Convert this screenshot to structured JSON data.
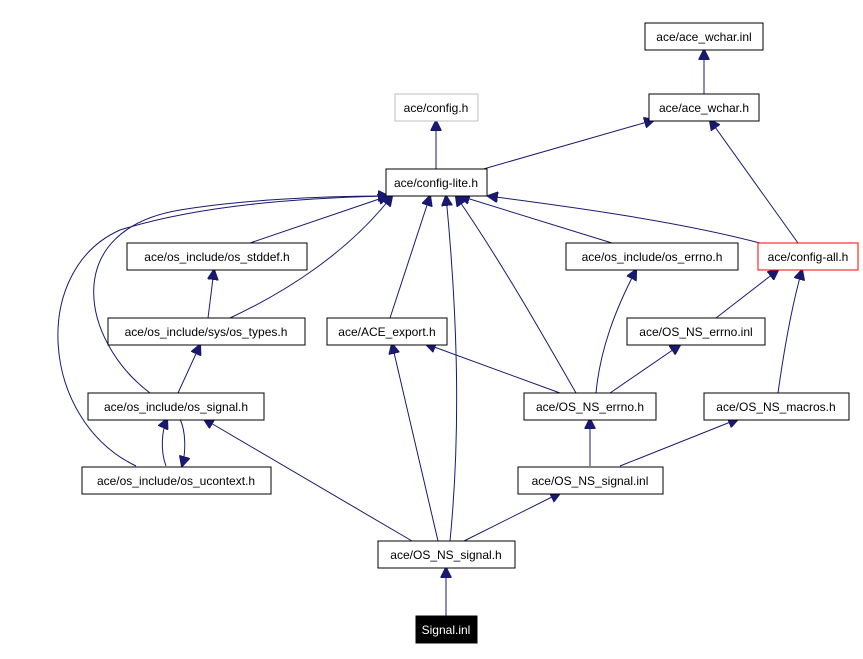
{
  "graph": {
    "nodes": {
      "ace_wchar_inl": "ace/ace_wchar.inl",
      "ace_wchar_h": "ace/ace_wchar.h",
      "config_h": "ace/config.h",
      "config_lite": "ace/config-lite.h",
      "os_stddef": "ace/os_include/os_stddef.h",
      "os_errno": "ace/os_include/os_errno.h",
      "config_all": "ace/config-all.h",
      "sys_os_types": "ace/os_include/sys/os_types.h",
      "ace_export": "ace/ACE_export.h",
      "os_ns_errno_inl": "ace/OS_NS_errno.inl",
      "os_signal": "ace/os_include/os_signal.h",
      "os_ns_errno_h": "ace/OS_NS_errno.h",
      "os_ns_macros": "ace/OS_NS_macros.h",
      "os_ucontext": "ace/os_include/os_ucontext.h",
      "os_ns_signal_inl": "ace/OS_NS_signal.inl",
      "os_ns_signal_h": "ace/OS_NS_signal.h",
      "signal_inl": "Signal.inl"
    },
    "colors": {
      "edge": "#191970",
      "root_fill": "#000000",
      "external_border": "#bfbfbf",
      "incomplete_border": "#ff0000"
    }
  }
}
